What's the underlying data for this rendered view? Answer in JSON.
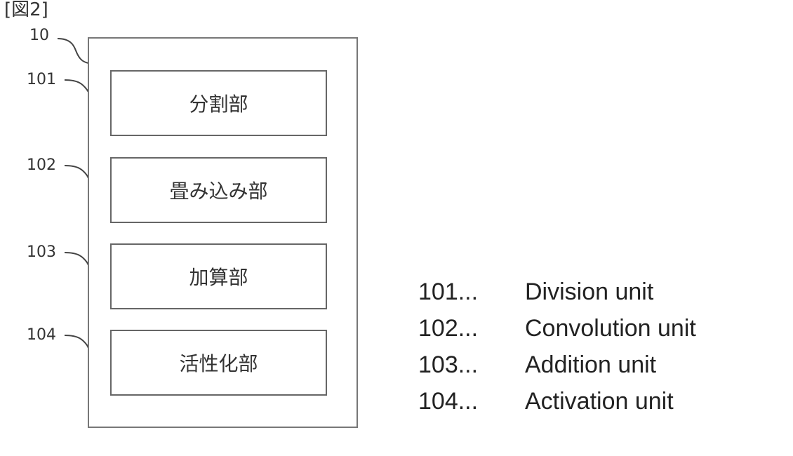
{
  "figure": {
    "label": "[図2]"
  },
  "device": {
    "ref": "10"
  },
  "units": [
    {
      "ref": "101",
      "label": "分割部"
    },
    {
      "ref": "102",
      "label": "畳み込み部"
    },
    {
      "ref": "103",
      "label": "加算部"
    },
    {
      "ref": "104",
      "label": "活性化部"
    }
  ],
  "legend": [
    {
      "num": "101...",
      "text": "Division unit"
    },
    {
      "num": "102...",
      "text": "Convolution unit"
    },
    {
      "num": "103...",
      "text": "Addition unit"
    },
    {
      "num": "104...",
      "text": "Activation unit"
    }
  ]
}
